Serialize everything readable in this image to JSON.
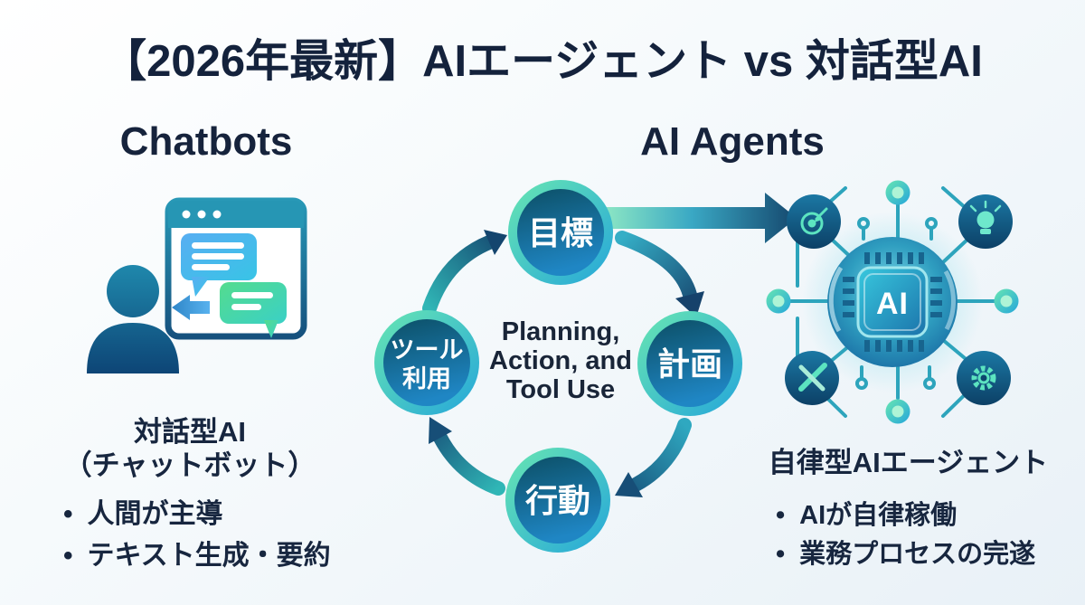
{
  "title": "【2026年最新】AIエージェント vs 対話型AI",
  "bullet_char": "•",
  "chatbots": {
    "heading": "Chatbots",
    "caption_line1": "対話型AI",
    "caption_line2": "（チャットボット）",
    "bullets": [
      "人間が主導",
      "テキスト生成・要約"
    ]
  },
  "agents": {
    "heading": "AI Agents",
    "caption": "自律型AIエージェント",
    "bullets": [
      "AIが自律稼働",
      "業務プロセスの完遂"
    ],
    "chip_label": "AI"
  },
  "cycle": {
    "nodes": [
      {
        "label": "目標"
      },
      {
        "label": "計画"
      },
      {
        "label": "行動"
      },
      {
        "line1": "ツール",
        "line2": "利用"
      }
    ],
    "center_lines": [
      "Planning,",
      "Action, and",
      "Tool Use"
    ]
  },
  "colors": {
    "background_tint": "#e9f1f7",
    "navy_text": "#16233c",
    "ring_green": "#68e6b2",
    "ring_cyan": "#25a6da",
    "node_inner_top": "#0c4f66",
    "node_inner_bottom": "#1f86c4",
    "arrow_teal": "#30b6b6",
    "arrow_navy": "#164a72",
    "browser_header": "#2696b4",
    "bubble_blue": "#58aef2",
    "bubble_green": "#54dc8e",
    "icon_accent": "#5ce4c0"
  }
}
